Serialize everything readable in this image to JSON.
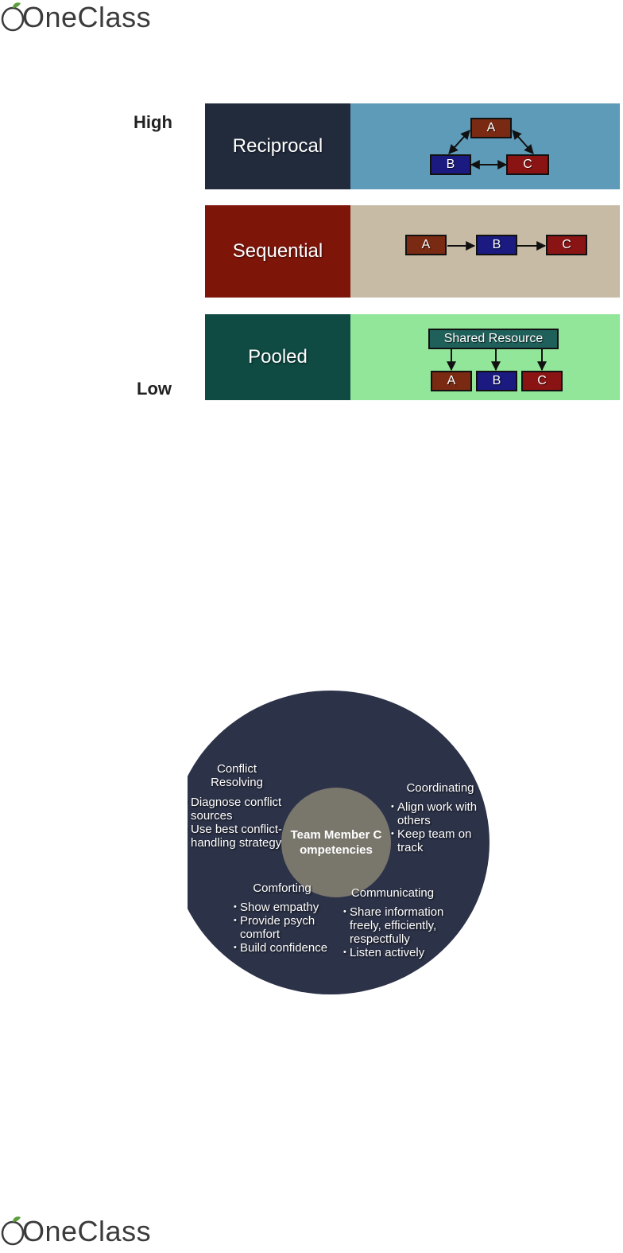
{
  "brand": {
    "logo_text": "OneClass",
    "colors": {
      "leaf": "#5a9e3a",
      "text": "#3b3b3b"
    }
  },
  "interdependence": {
    "high_label": "High",
    "low_label": "Low",
    "rows": [
      {
        "label": "Reciprocal",
        "color": "#222b3c",
        "panel_color": "#5e9bb8",
        "nodes": [
          "A",
          "B",
          "C"
        ]
      },
      {
        "label": "Sequential",
        "color": "#7e1509",
        "panel_color": "#c8bba5",
        "nodes": [
          "A",
          "B",
          "C"
        ]
      },
      {
        "label": "Pooled",
        "color": "#0f4a43",
        "panel_color": "#92e69a",
        "shared": "Shared Resource",
        "nodes": [
          "A",
          "B",
          "C"
        ]
      }
    ]
  },
  "competencies": {
    "center": "Team Member Competencies",
    "sections": {
      "conflict": {
        "title": "Conflict Resolving",
        "items": [
          "Diagnose conflict sources",
          "Use best conflict-handling strategy"
        ]
      },
      "coordinating": {
        "title": "Coordinating",
        "items": [
          "Align work with others",
          "Keep team on track"
        ]
      },
      "comforting": {
        "title": "Comforting",
        "items": [
          "Show empathy",
          "Provide psych comfort",
          "Build confidence"
        ]
      },
      "communicating": {
        "title": "Communicating",
        "items": [
          "Share information freely, efficiently, respectfully",
          "Listen actively"
        ]
      }
    }
  }
}
